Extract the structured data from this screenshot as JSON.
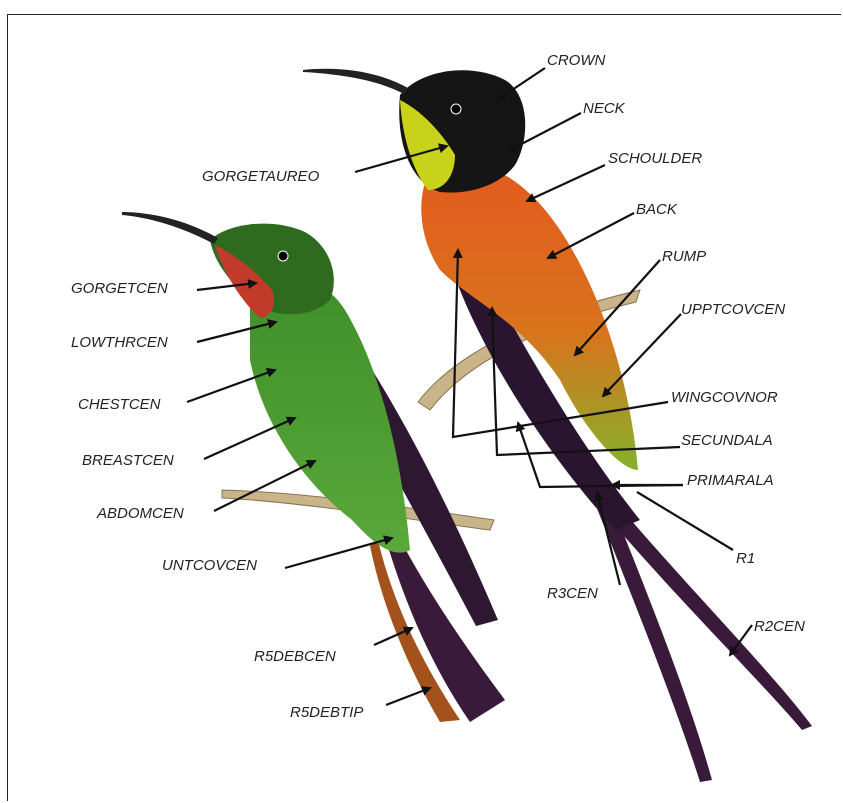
{
  "labels": {
    "crown": "CROWN",
    "neck": "NECK",
    "schoulder": "SCHOULDER",
    "back": "BACK",
    "rump": "RUMP",
    "upptcovcen": "UPPTCOVCEN",
    "wingcovnor": "WINGCOVNOR",
    "secundala": "SECUNDALA",
    "primarala": "PRIMARALA",
    "r1": "R1",
    "r3cen": "R3CEN",
    "r2cen": "R2CEN",
    "gorgetaureo": "GORGETAUREO",
    "gorgetcen": "GORGETCEN",
    "lowthrcen": "LOWTHRCEN",
    "chestcen": "CHESTCEN",
    "breastcen": "BREASTCEN",
    "abdomcen": "ABDOMCEN",
    "untcovcen": "UNTCOVCEN",
    "r5debcen": "R5DEBCEN",
    "r5debtip": "R5DEBTIP"
  },
  "colors": {
    "frame": "#222222",
    "arrow": "#111111",
    "green_bird_body": "#4e9a2e",
    "green_bird_crown": "#2f6b1f",
    "gorget_red": "#c23a2a",
    "orange_back": "#e0561c",
    "black_head": "#151515",
    "gold_gorget": "#c9d21a",
    "tail_purple": "#3a1a3a",
    "tail_rufous": "#a4521c",
    "branch": "#c9b48a"
  }
}
